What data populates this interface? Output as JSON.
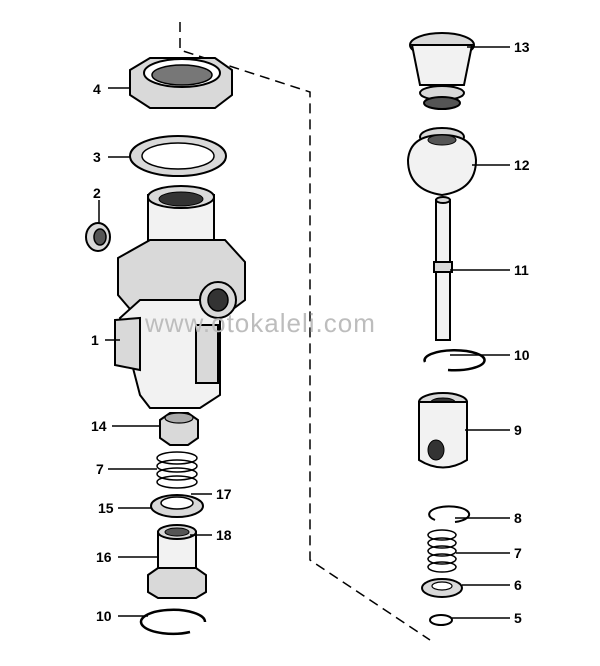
{
  "watermark": "www.otokaleli.com",
  "labels": {
    "p1": "1",
    "p2": "2",
    "p3": "3",
    "p4": "4",
    "p5": "5",
    "p6": "6",
    "p7a": "7",
    "p7b": "7",
    "p8": "8",
    "p9": "9",
    "p10a": "10",
    "p10b": "10",
    "p11": "11",
    "p12": "12",
    "p13": "13",
    "p14": "14",
    "p15": "15",
    "p16": "16",
    "p17": "17",
    "p18": "18"
  }
}
